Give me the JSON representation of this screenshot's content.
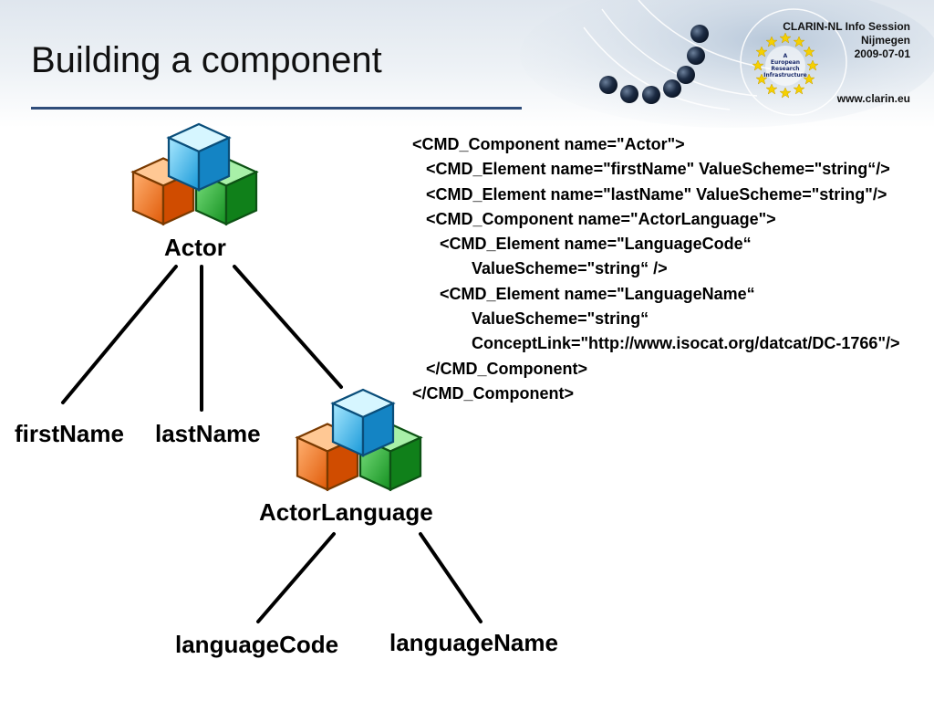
{
  "slide": {
    "title": "Building a component",
    "info": [
      "CLARIN-NL Info Session",
      "Nijmegen",
      "2009-07-01"
    ],
    "url": "www.clarin.eu",
    "logo_text": [
      "A",
      "European",
      "Research",
      "Infrastructure"
    ]
  },
  "tree": {
    "root": "Actor",
    "children": [
      "firstName",
      "lastName",
      "ActorLanguage"
    ],
    "sub_children": [
      "languageCode",
      "languageName"
    ]
  },
  "code_lines": [
    "<CMD_Component name=\"Actor\">",
    "   <CMD_Element name=\"firstName\" ValueScheme=\"string“/>",
    "   <CMD_Element name=\"lastName\" ValueScheme=\"string\"/>",
    "   <CMD_Component name=\"ActorLanguage\">",
    "      <CMD_Element name=\"LanguageCode“",
    "             ValueScheme=\"string“ />",
    "      <CMD_Element name=\"LanguageName“",
    "             ValueScheme=\"string“",
    "             ConceptLink=\"http://www.isocat.org/datcat/DC-1766\"/>",
    "   </CMD_Component>",
    "</CMD_Component>"
  ],
  "colors": {
    "accent": "#2f4d7a",
    "cube_orange": "#f07820",
    "cube_green": "#22a832",
    "cube_blue": "#30b8f0"
  },
  "icons": [
    "component-cubes-icon",
    "eu-stars-logo",
    "network-dots-icon"
  ]
}
